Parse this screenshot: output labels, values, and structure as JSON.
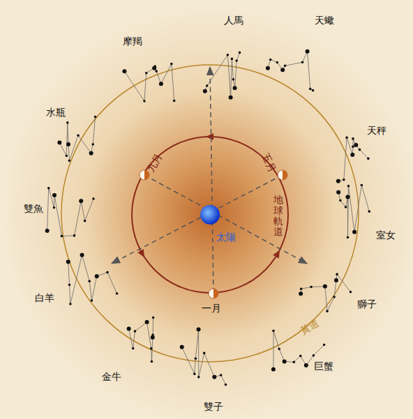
{
  "diagram": {
    "labels": [
      "人馬",
      "天蠍",
      "天秤",
      "室女",
      "獅子",
      "巨蟹",
      "雙子",
      "金牛",
      "白羊",
      "雙魚",
      "水瓶",
      "摩羯",
      "太陽",
      "地球軌道",
      "黃道",
      "一月",
      "五月",
      "九月"
    ]
  }
}
